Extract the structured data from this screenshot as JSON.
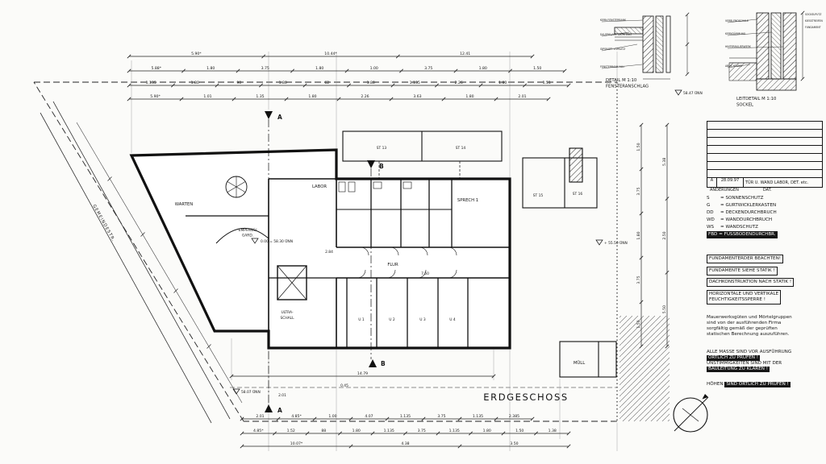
{
  "title": "ERDGESCHOSS",
  "street": {
    "name": "GEMEINDESTR."
  },
  "sections": {
    "a": "A",
    "b": "B"
  },
  "rooms": {
    "warten": "WARTEN",
    "labor": "LABOR",
    "empfang": "EMPFANG/",
    "gard": "GARD.",
    "flur": "FLUR",
    "sprech": "SPRECH 1",
    "u1": "U 1",
    "u2": "U 2",
    "u3": "U 3",
    "u4": "U 4",
    "ultra1": "ULTRA-",
    "ultra2": "SCHALL",
    "st13": "ST 13",
    "st14": "ST 14",
    "st15": "ST 15",
    "st16": "ST 16",
    "muell": "MÜLL"
  },
  "levels": {
    "main": "0.00 = 58.30 ÜNN",
    "right": "+ 55.50 ÜNN",
    "topright": "58.47 ÜNN",
    "bottomleft": "58.07 ÜNN"
  },
  "inline": {
    "flur_len": "7.50",
    "d2": "2.84",
    "d3": "0.45",
    "d4": "2.01"
  },
  "dims": {
    "top1": [
      "5.90*",
      "10.44*",
      "12.41"
    ],
    "top2": [
      "5.88*",
      "1.80",
      "3.75",
      "1.80",
      "1.00",
      "3.75",
      "1.80",
      "1.50"
    ],
    "top3": [
      "1.135",
      "1.80",
      "90",
      "1.80",
      "62",
      "1.80",
      "1.135",
      "2.26",
      "1.80",
      "1.51"
    ],
    "top4": [
      "5.90*",
      "1.01",
      "1.35",
      "1.80",
      "2.26",
      "3.63",
      "1.80",
      "2.01"
    ],
    "bottom1": [
      "14.79"
    ],
    "bottom2": [
      "2.01",
      "4.85*",
      "1.00",
      "4.07",
      "1.135",
      "3.75",
      "1.135",
      "2.385"
    ],
    "bottom3": [
      "4.85*",
      "1.52",
      "88",
      "1.80",
      "1.135",
      "3.75",
      "1.135",
      "1.80",
      "1.50",
      "1.38"
    ],
    "bottom4": [
      "10.07*",
      "4.38",
      "3.50"
    ],
    "right1": [
      "1.50",
      "3.75",
      "1.80",
      "3.75",
      "1.50"
    ],
    "right2": [
      "5.38",
      "2.50",
      "5.50"
    ]
  },
  "details": {
    "d1_caption1": "DETAIL M 1:10",
    "d1_caption2": "FENSTERANSCHLAG",
    "d2_caption1": "LEITDETAIL M 1:10",
    "d2_caption2": "SOCKEL",
    "d1_notes": [
      "KERN FENSTERBANK",
      "DAUERELAST. DICHTUNG",
      "GIPSKART. VORSATZ",
      "FENSTERBANK ALU."
    ],
    "d2_notes_left": [
      "VERBLENDSCHALE",
      "KERNDÄMMUNG",
      "HINTERMAUERWERK",
      "ABDICHTUNG"
    ],
    "d2_notes_right": [
      "SOCKELPUTZ",
      "KIESSTREIFEN",
      "FUNDAMENT"
    ]
  },
  "titleblock": {
    "rev": "A",
    "date": "28.09.97",
    "desc": "TÜR U. WAND LABOR, DET. etc.",
    "footer_left": "ÄNDERUNGEN",
    "footer_right": "DAT."
  },
  "legend": {
    "items": [
      {
        "abbr": "S",
        "label": "= SONNENSCHUTZ"
      },
      {
        "abbr": "G",
        "label": "= GURTWICKLERKASTEN"
      },
      {
        "abbr": "DD",
        "label": "= DECKENDURCHBRUCH"
      },
      {
        "abbr": "WD",
        "label": "= WANDDURCHBRUCH"
      },
      {
        "abbr": "WS",
        "label": "= WANDSCHUTZ"
      },
      {
        "abbr": "FBD",
        "label": "= FUSSBODENDURCHBR."
      }
    ]
  },
  "notes": {
    "box1": "FUNDAMENTERDER BEACHTEN!",
    "box2": "FUNDAMENTE SIEHE STATIK !",
    "box3": "DACHKONSTRUKTION NACH STATIK !",
    "box4a": "HORIZONTALE UND VERTIKALE",
    "box4b": "FEUCHTIGKEITSSPERRE !",
    "para1": "Mauerwerksgüten und Mörtelgruppen",
    "para2": "sind von der ausführenden Firma",
    "para3": "sorgfältig gemäß der geprüften",
    "para4": "statischen Berechnung auszuführen.",
    "m1": "ALLE MASSE SIND VOR AUSFÜHRUNG",
    "m2": "ÖRTLICH ZU PRÜFEN !",
    "m3": "UNSTIMMIGKEITEN SIND MIT DER",
    "m4": "BAULEITUNG ZU KLÄREN !",
    "h1": "HÖHEN",
    "h2": "SIND ÖRTLICH ZU PRÜFEN !"
  }
}
